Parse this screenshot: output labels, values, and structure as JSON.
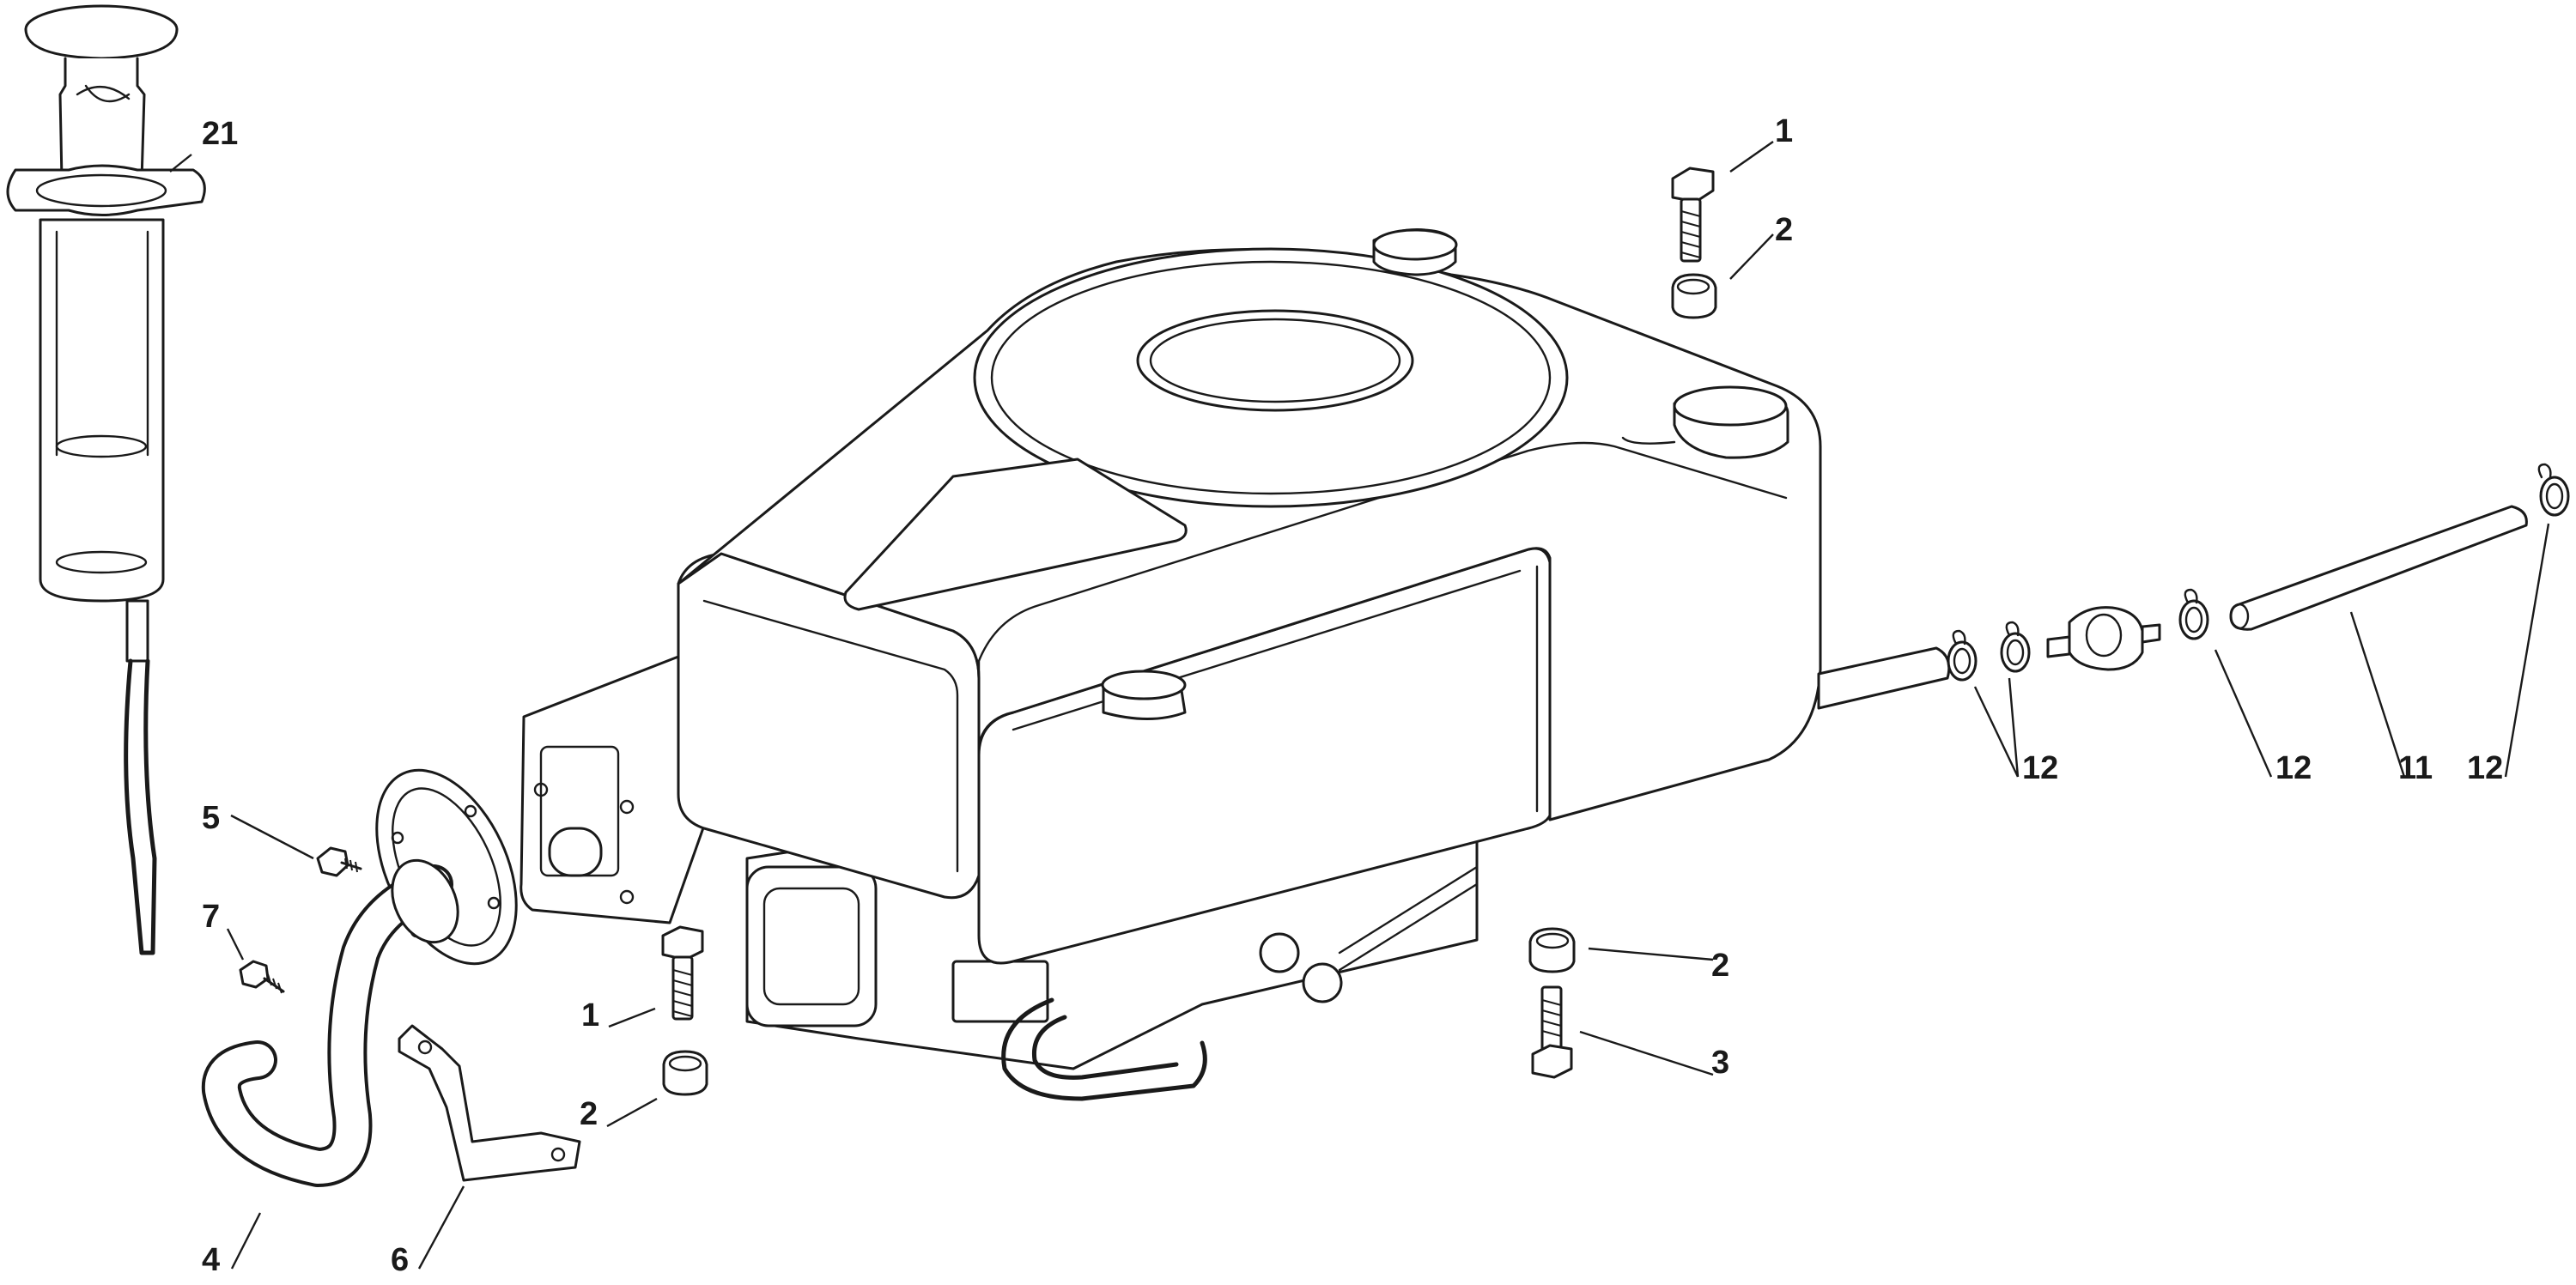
{
  "diagram": {
    "callouts": {
      "c1_top": "1",
      "c2_top": "2",
      "c2_mid": "2",
      "c3": "3",
      "c1_low": "1",
      "c2_low": "2",
      "c4": "4",
      "c5": "5",
      "c6": "6",
      "c7": "7",
      "c11": "11",
      "c12_a": "12",
      "c12_b": "12",
      "c12_c": "12",
      "c21": "21"
    }
  }
}
